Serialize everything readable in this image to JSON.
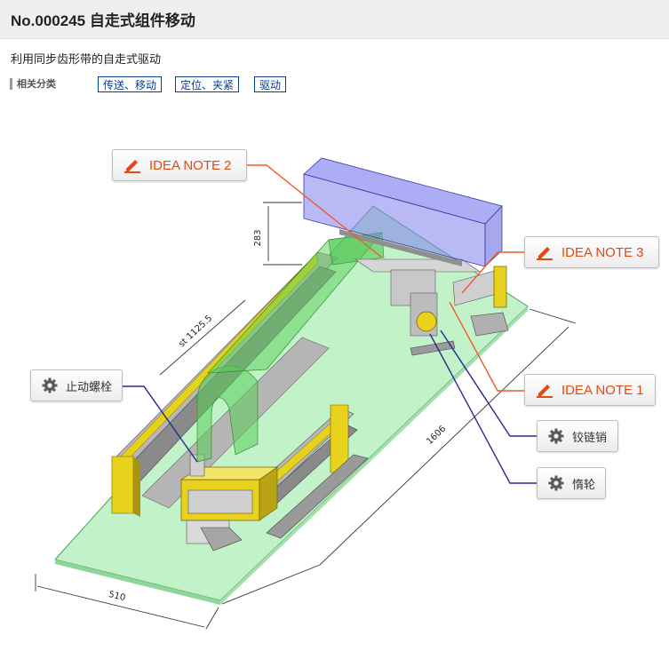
{
  "header": {
    "title": "No.000245 自走式组件移动"
  },
  "description": "利用同步齿形带的自走式驱动",
  "categories": {
    "label": "相关分类",
    "tags": [
      "传送、移动",
      "定位、夹紧",
      "驱动"
    ]
  },
  "callouts": {
    "idea_note_2": "IDEA NOTE 2",
    "idea_note_3": "IDEA NOTE 3",
    "idea_note_1": "IDEA NOTE 1",
    "stop_bolt": "止动螺栓",
    "hinge_pin": "铰链销",
    "idler": "惰轮"
  },
  "dimensions": {
    "height": "283",
    "stroke": "st 1125.5",
    "length": "1606",
    "width": "510"
  },
  "icons": {
    "idea": "pencil-icon",
    "part": "gear-icon"
  },
  "colors": {
    "accent": "#e04a12",
    "link": "#0c3d8a",
    "leader_part": "#2a2a8a",
    "base_plate": "#bff0c6",
    "chain_guide": "#5fd35f",
    "cover": "#8f8ff0",
    "rail": "#e8d21e"
  }
}
